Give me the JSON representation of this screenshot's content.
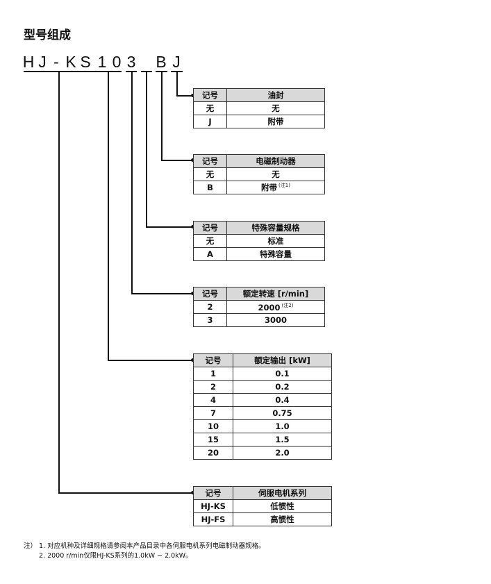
{
  "title": "型号组成",
  "model_chars": [
    "H",
    "J",
    "-",
    "K",
    "S",
    "1",
    "0",
    "3",
    "B",
    "J"
  ],
  "tables": [
    {
      "header": [
        "记号",
        "油封"
      ],
      "rows": [
        [
          "无",
          "无",
          ""
        ],
        [
          "J",
          "附带",
          ""
        ]
      ]
    },
    {
      "header": [
        "记号",
        "电磁制动器"
      ],
      "rows": [
        [
          "无",
          "无",
          ""
        ],
        [
          "B",
          "附带",
          "(注1)"
        ]
      ]
    },
    {
      "header": [
        "记号",
        "特殊容量规格"
      ],
      "rows": [
        [
          "无",
          "标准",
          ""
        ],
        [
          "A",
          "特殊容量",
          ""
        ]
      ]
    },
    {
      "header": [
        "记号",
        "额定转速 [r/min]"
      ],
      "rows": [
        [
          "2",
          "2000",
          "(注2)"
        ],
        [
          "3",
          "3000",
          ""
        ]
      ]
    },
    {
      "header": [
        "记号",
        "额定输出 [kW]"
      ],
      "rows": [
        [
          "1",
          "0.1",
          ""
        ],
        [
          "2",
          "0.2",
          ""
        ],
        [
          "4",
          "0.4",
          ""
        ],
        [
          "7",
          "0.75",
          ""
        ],
        [
          "10",
          "1.0",
          ""
        ],
        [
          "15",
          "1.5",
          ""
        ],
        [
          "20",
          "2.0",
          ""
        ]
      ]
    },
    {
      "header": [
        "记号",
        "伺服电机系列"
      ],
      "rows": [
        [
          "HJ-KS",
          "低惯性",
          ""
        ],
        [
          "HJ-FS",
          "高惯性",
          ""
        ]
      ]
    }
  ],
  "notes": {
    "prefix": "注）",
    "n1": "1. 对应机种及详细规格请参阅本产品目录中各伺服电机系列电磁制动器规格。",
    "n2": "2. 2000 r/min仅限HJ-KS系列的1.0kW ~ 2.0kW。"
  }
}
